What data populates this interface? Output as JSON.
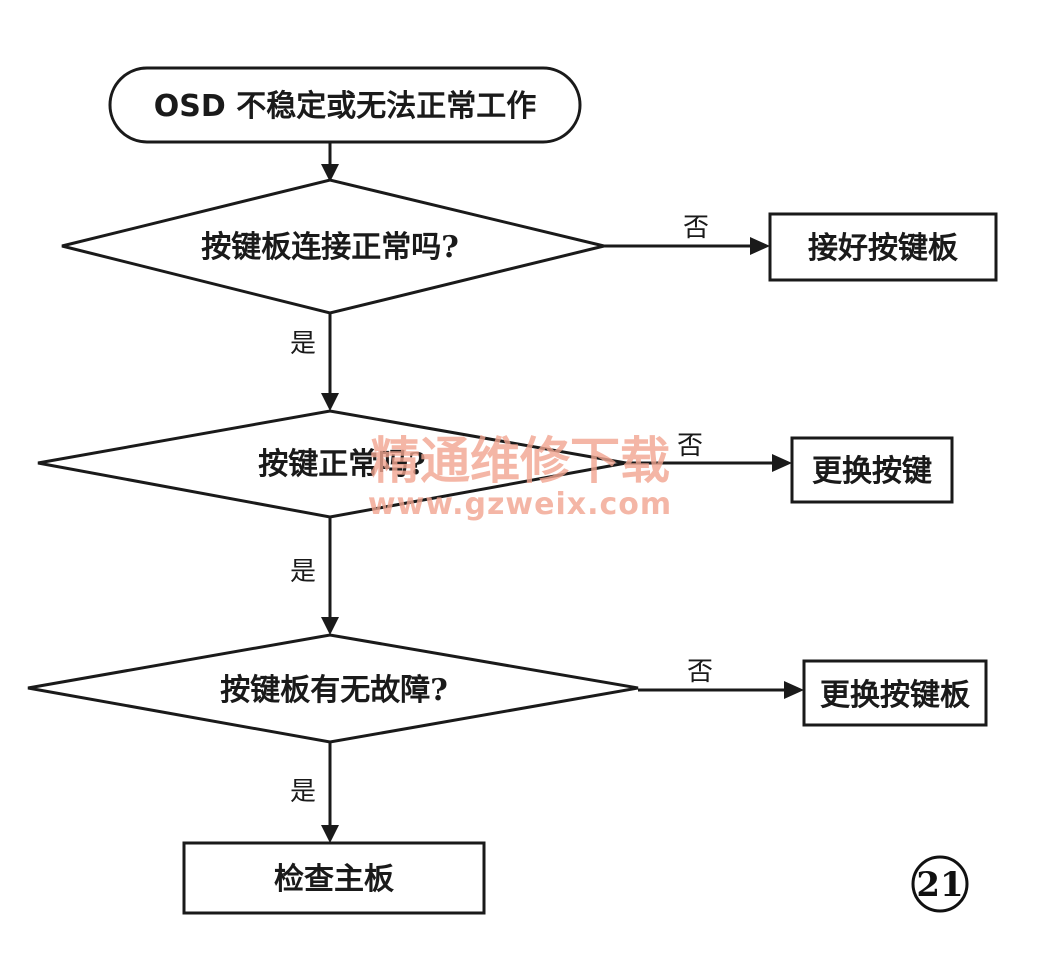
{
  "nodes": {
    "start": {
      "label": "OSD 不稳定或无法正常工作"
    },
    "q1": {
      "label": "按键板连接正常吗?"
    },
    "a1": {
      "label": "接好按键板"
    },
    "q2": {
      "label": "按键正常吗?"
    },
    "a2": {
      "label": "更换按键"
    },
    "q3": {
      "label": "按键板有无故障?"
    },
    "a3": {
      "label": "更换按键板"
    },
    "end": {
      "label": "检查主板"
    }
  },
  "edges": {
    "q1_no": "否",
    "q1_yes": "是",
    "q2_no": "否",
    "q2_yes": "是",
    "q3_no": "否",
    "q3_yes": "是"
  },
  "figure_number": "21",
  "watermark": {
    "text": "精通维修下载",
    "url": "www.gzweix.com"
  }
}
